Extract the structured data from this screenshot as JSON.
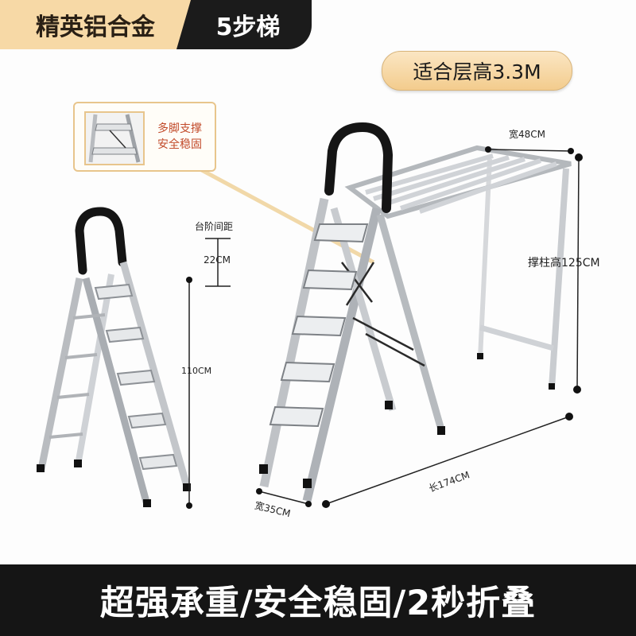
{
  "header": {
    "material": "精英铝合金",
    "steps": "5步梯"
  },
  "ceiling_badge": "适合层高3.3M",
  "callout": {
    "line1": "多脚支撑",
    "line2": "安全稳固"
  },
  "dimensions": {
    "step_spacing_label": "台阶间距",
    "step_spacing_value": "22CM",
    "ladder_height": "110CM",
    "rack_width": "宽48CM",
    "post_height": "撑柱高125CM",
    "length": "长174CM",
    "base_width": "宽35CM"
  },
  "footer": "超强承重/安全稳固/2秒折叠",
  "colors": {
    "accent": "#f3cc8d",
    "dark": "#1b1b1b",
    "callout_text": "#c24b2b"
  }
}
